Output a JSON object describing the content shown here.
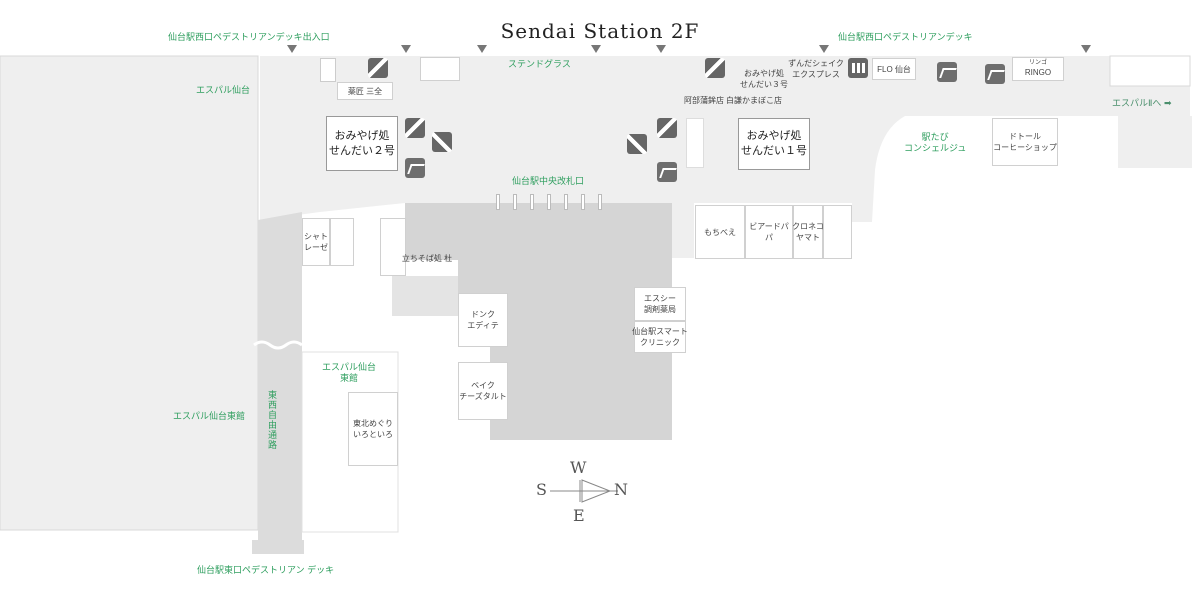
{
  "title": "Sendai Station 2F",
  "labels": {
    "west_exit_entrance": "仙台駅西口ペデストリアンデッキ出入口",
    "west_deck": "仙台駅西口ペデストリアンデッキ",
    "stained_glass": "ステンドグラス",
    "s_pal_sendai": "エスパル仙台",
    "s_pal_ii": "エスパルⅡへ",
    "central_gate": "仙台駅中央改札口",
    "s_pal_east": "エスパル仙台東館",
    "east_west_road": "東西自由通路",
    "east_deck": "仙台駅東口ペデストリアン デッキ",
    "eki_tabi": "駅たび\nコンシェルジュ"
  },
  "shops": {
    "yakuhin": "薬匠 三全",
    "omiyage2": "おみやげ処\nせんだい２号",
    "omiyage1": "おみやげ処\nせんだい１号",
    "omiyage3": "おみやげ処\nせんだい３号",
    "zunda": "ずんだシェイク\nエクスプレス",
    "flo": "FLO 仙台",
    "ringo_kana": "リンゴ",
    "ringo": "RINGO",
    "abe": "阿部蒲鉾店",
    "hakuho": "白謙かまぼこ店",
    "doutor": "ドトール\nコーヒーショップ",
    "mochibee": "もちべえ",
    "beard": "ビアードパパ",
    "kuroneko": "クロネコ\nヤマト",
    "chatelaise": "シャト\nレーゼ",
    "tachisoba": "立ちそば処 杜",
    "donq": "ドンク\nエディテ",
    "bake": "ベイク\nチーズタルト",
    "s_sea": "エスシー\n調剤薬局",
    "clinic": "仙台駅スマート\nクリニック",
    "s_pal_east_bldg": "エスパル仙台\n東館",
    "tohoku": "東北めぐり\nいろといろ"
  },
  "icons": [
    "escalator-icon",
    "stairs-icon",
    "locker-icon",
    "triangle-marker-icon",
    "arrow-right-icon"
  ],
  "compass": {
    "w": "W",
    "n": "N",
    "s": "S",
    "e": "E"
  },
  "colors": {
    "floor": "#efefef",
    "concourse": "#d4d4d4",
    "label_green": "#2e9e5e",
    "icon": "#666666"
  }
}
